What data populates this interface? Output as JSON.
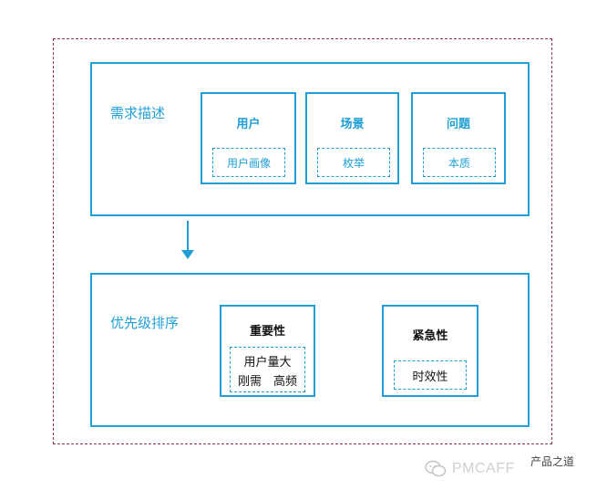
{
  "demand": {
    "title": "需求描述",
    "cards": [
      {
        "title": "用户",
        "tag": "用户画像"
      },
      {
        "title": "场景",
        "tag": "枚举"
      },
      {
        "title": "问题",
        "tag": "本质"
      }
    ]
  },
  "priority": {
    "title": "优先级排序",
    "cards": [
      {
        "title": "重要性",
        "tag_lines": [
          "用户量大",
          "刚需　高频"
        ]
      },
      {
        "title": "紧急性",
        "tag": "时效性"
      }
    ]
  },
  "watermark": {
    "brand": "PMCAFF",
    "name": "产品之道"
  },
  "colors": {
    "panel_border": "#1f9fd5",
    "outer_border": "#9b2d5c"
  }
}
